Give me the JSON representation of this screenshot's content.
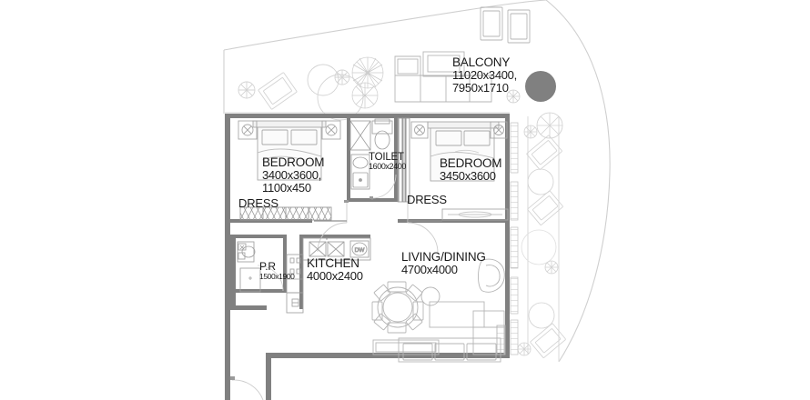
{
  "plan": {
    "type": "architectural-floor-plan",
    "title": "Apartment Floor Plan",
    "background_color": "#ffffff",
    "wall_color": "#808080",
    "line_color": "#b8b8b8",
    "furniture_color": "#c9c9c9",
    "text_color": "#1a1a1a",
    "accent_circle_color": "#808080"
  },
  "rooms": [
    {
      "id": "balcony",
      "name": "BALCONY",
      "dimension_line_1": "11020x3400,",
      "dimension_line_2": "7950x1710"
    },
    {
      "id": "bedroom-left",
      "name": "BEDROOM",
      "dimension_line_1": "3400x3600,",
      "dimension_line_2": "1100x450"
    },
    {
      "id": "bedroom-right",
      "name": "BEDROOM",
      "dimension_line_1": "3450x3600",
      "dimension_line_2": ""
    },
    {
      "id": "toilet",
      "name": "TOILET",
      "dimension_line_1": "1600x2400",
      "dimension_line_2": ""
    },
    {
      "id": "powder-room",
      "name": "P.R",
      "dimension_line_1": "1500x1900",
      "dimension_line_2": ""
    },
    {
      "id": "kitchen",
      "name": "KITCHEN",
      "dimension_line_1": "4000x2400",
      "dimension_line_2": ""
    },
    {
      "id": "living-dining",
      "name": "LIVING/DINING",
      "dimension_line_1": "4700x4000",
      "dimension_line_2": ""
    }
  ],
  "closets": [
    {
      "id": "dress-left",
      "name": "DRESS"
    },
    {
      "id": "dress-right",
      "name": "DRESS"
    }
  ],
  "appliances": [
    {
      "id": "dishwasher",
      "label": "DW"
    }
  ]
}
